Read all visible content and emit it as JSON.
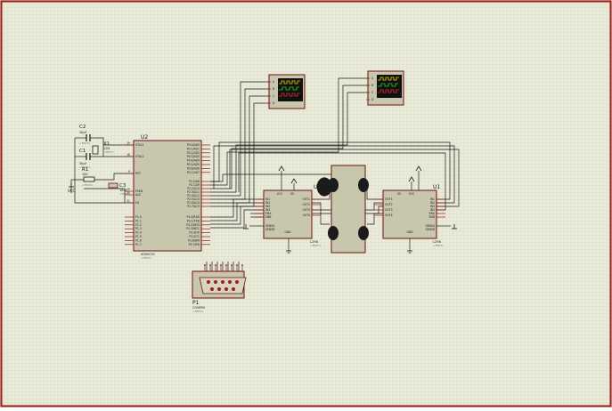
{
  "colors": {
    "sheet_bg": "#e9ead8",
    "grid": "#d3d4bf",
    "border": "#9e1b1b",
    "wire": "#1a1a1a",
    "chip_fill": "#c8c6ad",
    "chip_stroke": "#6b1313",
    "pin": "#8b1a1a",
    "label": "#1a1a1a",
    "scope_screen": "#111111",
    "trace_green": "#21d321",
    "trace_yellow": "#e8d417",
    "trace_red": "#e03030",
    "db9_fill": "#d7d5bd",
    "db9_hole": "#a01e1e"
  },
  "components": {
    "u2": {
      "ref": "U2",
      "part": "AT89C51",
      "sub": "<TEXT>",
      "left_pins": [
        "XTAL1",
        "XTAL2",
        "RST",
        "PSEN",
        "ALE",
        "EA"
      ],
      "left_nums": [
        "19",
        "18",
        "9",
        "29",
        "30",
        "31"
      ],
      "p1_pins": [
        "P1.0",
        "P1.1",
        "P1.2",
        "P1.3",
        "P1.4",
        "P1.5",
        "P1.6",
        "P1.7"
      ],
      "p0_pins": [
        "P0.0/AD0",
        "P0.1/AD1",
        "P0.2/AD2",
        "P0.3/AD3",
        "P0.4/AD4",
        "P0.5/AD5",
        "P0.6/AD6",
        "P0.7/AD7"
      ],
      "p2_pins": [
        "P2.0/A8",
        "P2.1/A9",
        "P2.2/A10",
        "P2.3/A11",
        "P2.4/A12",
        "P2.5/A13",
        "P2.6/A14",
        "P2.7/A15"
      ],
      "p3_pins": [
        "P3.0/RXD",
        "P3.1/TXD",
        "P3.2/INT0",
        "P3.3/INT1",
        "P3.4/T0",
        "P3.5/T1",
        "P3.6/WR",
        "P3.7/RD"
      ]
    },
    "u3": {
      "ref": "U3",
      "part": "L298",
      "sub": "<TEXT>",
      "top_pins": [
        "VCC",
        "VS"
      ],
      "in_pins": [
        "IN1",
        "IN2",
        "IN3",
        "IN4",
        "ENA",
        "ENB"
      ],
      "out_pins": [
        "OUT1",
        "OUT2",
        "OUT3",
        "OUT4"
      ],
      "sense_pins": [
        "SENSA",
        "SENSB"
      ],
      "gnd": "GND"
    },
    "u1": {
      "ref": "U1",
      "part": "L298",
      "sub": "<TEXT>",
      "top_pins": [
        "VS",
        "VCC"
      ],
      "in_pins": [
        "IN1",
        "IN2",
        "IN3",
        "IN4",
        "ENA",
        "ENB"
      ],
      "out_pins": [
        "OUT1",
        "OUT2",
        "OUT3",
        "OUT4"
      ],
      "sense_pins": [
        "SENSA",
        "SENSB"
      ],
      "gnd": "GND"
    },
    "c1": {
      "ref": "C1",
      "value": "30pF",
      "sub": "<TEXT>"
    },
    "c2": {
      "ref": "C2",
      "value": "30pF",
      "sub": "<TEXT>"
    },
    "c3": {
      "ref": "C3",
      "value": "10uF",
      "sub": "<TEXT>"
    },
    "x1": {
      "ref": "X1",
      "value": "12M",
      "sub": "<TEXT>"
    },
    "r1": {
      "ref": "R1",
      "value": "10K",
      "sub": "<TEXT>"
    },
    "p1": {
      "ref": "P1",
      "part": "COMPIM",
      "sub": "<TEXT>"
    },
    "vcc_label": "VCC",
    "scope_pins": [
      "A",
      "B",
      "C",
      "D"
    ]
  }
}
